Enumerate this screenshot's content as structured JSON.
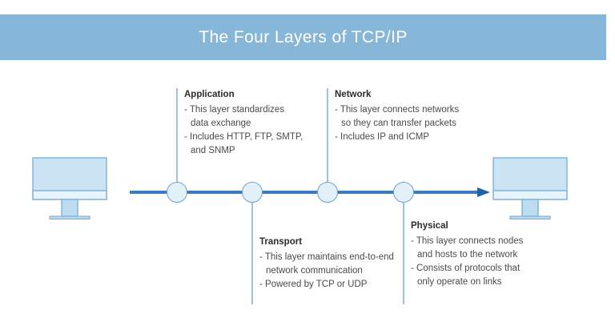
{
  "header": {
    "title": "The Four Layers of TCP/IP",
    "banner_color": "#86b6d8",
    "title_color": "#ffffff"
  },
  "diagram": {
    "type": "timeline-layer-diagram",
    "accent_color": "#3b7bbf",
    "node_fill": "#e4f0f8",
    "node_stroke": "#6ba4cd",
    "stem_color": "#9dc4de",
    "monitor_screen_color": "#cbe4f3",
    "monitor_chin_color": "#e8f4fb",
    "monitor_stroke": "#7fb2d6",
    "arrow_direction": "right",
    "left_endpoint_icon": "monitor-icon",
    "right_endpoint_icon": "monitor-icon",
    "node_count": 4
  },
  "layers": [
    {
      "id": "application",
      "title": "Application",
      "position": "above",
      "lines": [
        {
          "text": "- This layer standardizes",
          "indented": false
        },
        {
          "text": "data exchange",
          "indented": true
        },
        {
          "text": "- Includes HTTP, FTP, SMTP,",
          "indented": false
        },
        {
          "text": "and SNMP",
          "indented": true
        }
      ]
    },
    {
      "id": "transport",
      "title": "Transport",
      "position": "below",
      "lines": [
        {
          "text": "- This layer maintains end-to-end",
          "indented": false
        },
        {
          "text": "network communication",
          "indented": true
        },
        {
          "text": "- Powered by TCP or UDP",
          "indented": false
        }
      ]
    },
    {
      "id": "network",
      "title": "Network",
      "position": "above",
      "lines": [
        {
          "text": "- This layer connects networks",
          "indented": false
        },
        {
          "text": "so they can transfer packets",
          "indented": true
        },
        {
          "text": "- Includes IP and ICMP",
          "indented": false
        }
      ]
    },
    {
      "id": "physical",
      "title": "Physical",
      "position": "below",
      "lines": [
        {
          "text": "- This layer connects nodes",
          "indented": false
        },
        {
          "text": "and hosts to the network",
          "indented": true
        },
        {
          "text": "- Consists of protocols that",
          "indented": false
        },
        {
          "text": "only operate on links",
          "indented": true
        }
      ]
    }
  ]
}
